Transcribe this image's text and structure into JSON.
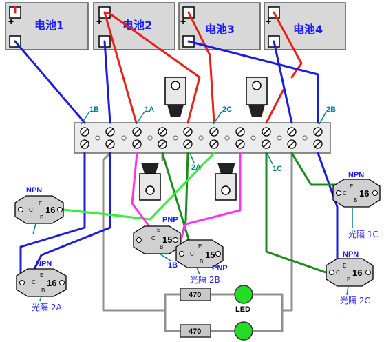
{
  "batteries": [
    {
      "label": "电池1",
      "plus": "+"
    },
    {
      "label": "电池2",
      "plus": "+"
    },
    {
      "label": "电池3",
      "plus": "+"
    },
    {
      "label": "电池4",
      "plus": "+"
    }
  ],
  "terminal_labels": {
    "t1b": "1B",
    "t1a": "1A",
    "t2c": "2C",
    "t2b": "2B",
    "t2a": "2A",
    "t1c": "1C"
  },
  "transistors": [
    {
      "type": "NPN",
      "num": "16",
      "caption": "光隔 1C"
    },
    {
      "type": "NPN",
      "num": "16",
      "caption": "光隔 2C"
    },
    {
      "type": "NPN",
      "num": "16",
      "caption": ""
    },
    {
      "type": "NPN",
      "num": "16",
      "caption": "光隔 2A"
    },
    {
      "type": "PNP",
      "num": "15",
      "caption": "1B"
    },
    {
      "type": "PNP",
      "num": "15",
      "caption": "光隔 2B"
    }
  ],
  "pins": {
    "e": "E",
    "b": "B",
    "c": "C"
  },
  "resistors": [
    "470",
    "470"
  ],
  "led_label": "LED",
  "colors": {
    "red": "#e8201a",
    "blue": "#1c1cdc",
    "green": "#1a8a1a",
    "bright_green": "#33ee33",
    "magenta": "#ff33ee",
    "gray": "#909090",
    "led": "#22dd22",
    "battery_fill": "#d8d8d8"
  }
}
